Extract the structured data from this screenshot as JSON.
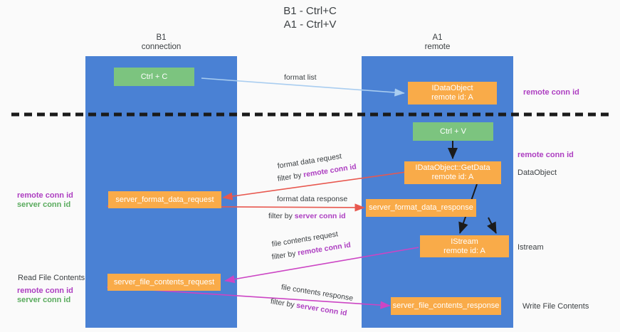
{
  "title": "B1 - Ctrl+C\nA1 - Ctrl+V",
  "columns": [
    {
      "name": "b1",
      "heading": "B1\nconnection"
    },
    {
      "name": "a1",
      "heading": "A1\nremote"
    }
  ],
  "nodes": {
    "ctrl_c": "Ctrl + C",
    "ctrl_v": "Ctrl + V",
    "idataobject": "IDataObject\nremote id: A",
    "idataobject_getdata": "IDataObject::GetData\nremote id: A",
    "istream": "IStream\nremote id: A",
    "server_format_data_request": "server_format_data_request",
    "server_format_data_response": "server_format_data_response",
    "server_file_contents_request": "server_file_contents_request",
    "server_file_contents_response": "server_file_contents_response"
  },
  "edges": {
    "format_list": "format list",
    "format_data_request": "format data request",
    "format_data_request_filter_prefix": "filter by ",
    "format_data_request_filter_key": "remote conn id",
    "format_data_response": "format data response",
    "format_data_response_filter_prefix": "filter by ",
    "format_data_response_filter_key": "server conn id",
    "file_contents_request": "file contents request",
    "file_contents_request_filter_prefix": "filter by ",
    "file_contents_request_filter_key": "remote conn id",
    "file_contents_response": "file contents response",
    "file_contents_response_filter_prefix": "filter by ",
    "file_contents_response_filter_key": "server conn id"
  },
  "annotations": {
    "right_remote_conn_top": "remote conn id",
    "right_remote_conn_mid": "remote conn id",
    "right_dataobject": "DataObject",
    "right_istream": "Istream",
    "right_write_file_contents": "Write File Contents",
    "left_remote_conn_id": "remote conn id",
    "left_server_conn_id": "server conn id",
    "left_read_file_contents": "Read File Contents",
    "left_remote_conn_id_2": "remote conn id",
    "left_server_conn_id_2": "server conn id"
  },
  "colors": {
    "column_blue": "#4a81d4",
    "node_green": "#7cc47f",
    "node_orange": "#f9ab49",
    "accent_purple": "#ad3ec1",
    "accent_green": "#5aab5e",
    "arrow_red": "#e8584f",
    "arrow_magenta": "#cc45c4",
    "arrow_lightblue": "#a9cdf0",
    "arrow_black": "#1b1b1b",
    "divider_black": "#1b1b1b"
  }
}
